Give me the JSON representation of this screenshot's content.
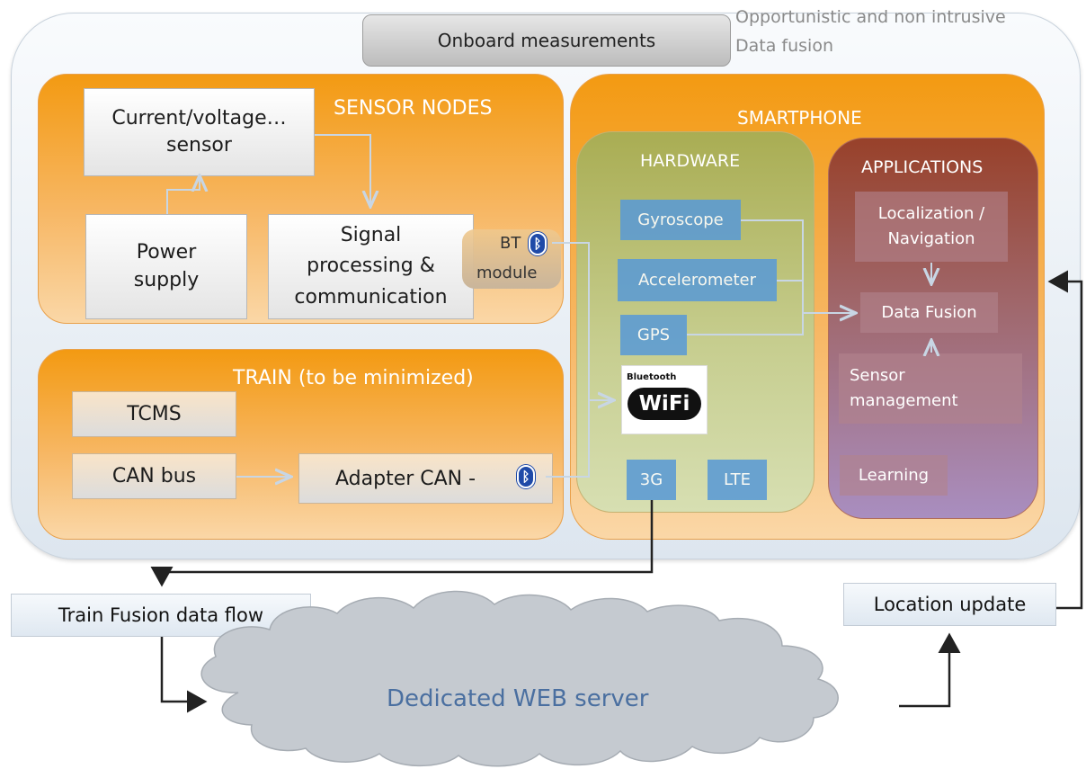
{
  "header": {
    "onboard": "Onboard measurements",
    "note_line1": "Opportunistic and non intrusive",
    "note_line2": "Data fusion"
  },
  "sensor_nodes": {
    "title": "SENSOR NODES",
    "sensor_line1": "Current/voltage…",
    "sensor_line2": "sensor",
    "power_line1": "Power",
    "power_line2": "supply",
    "signal_line1": "Signal",
    "signal_line2": "processing &",
    "signal_line3": "communication",
    "bt_label": "BT",
    "bt_module": "module"
  },
  "train": {
    "title": "TRAIN (to be minimized)",
    "tcms": "TCMS",
    "can_bus": "CAN bus",
    "adapter": "Adapter CAN -"
  },
  "smartphone": {
    "title": "SMARTPHONE",
    "hardware": {
      "title": "HARDWARE",
      "gyroscope": "Gyroscope",
      "accelerometer": "Accelerometer",
      "gps": "GPS",
      "bluetooth_badge": "Bluetooth",
      "wifi_badge": "WiFi",
      "3g": "3G",
      "lte": "LTE"
    },
    "applications": {
      "title": "APPLICATIONS",
      "localization_line1": "Localization /",
      "localization_line2": "Navigation",
      "data_fusion": "Data Fusion",
      "sensor_mgmt_line1": "Sensor",
      "sensor_mgmt_line2": "management",
      "learning": "Learning"
    }
  },
  "bottom": {
    "train_fusion": "Train Fusion data flow",
    "location_update": "Location update",
    "web_server": "Dedicated  WEB server"
  },
  "colors": {
    "orange": "#f39a12",
    "hardware_green": "#b9c58a",
    "applications_purple": "#a07a9c",
    "hw_blue": "#5b9bd5",
    "bluetooth_blue": "#1f4aa8",
    "cloud": "#c9ced4"
  },
  "icons": [
    "bluetooth-icon",
    "wifi-bluetooth-badge",
    "cloud-shape"
  ]
}
